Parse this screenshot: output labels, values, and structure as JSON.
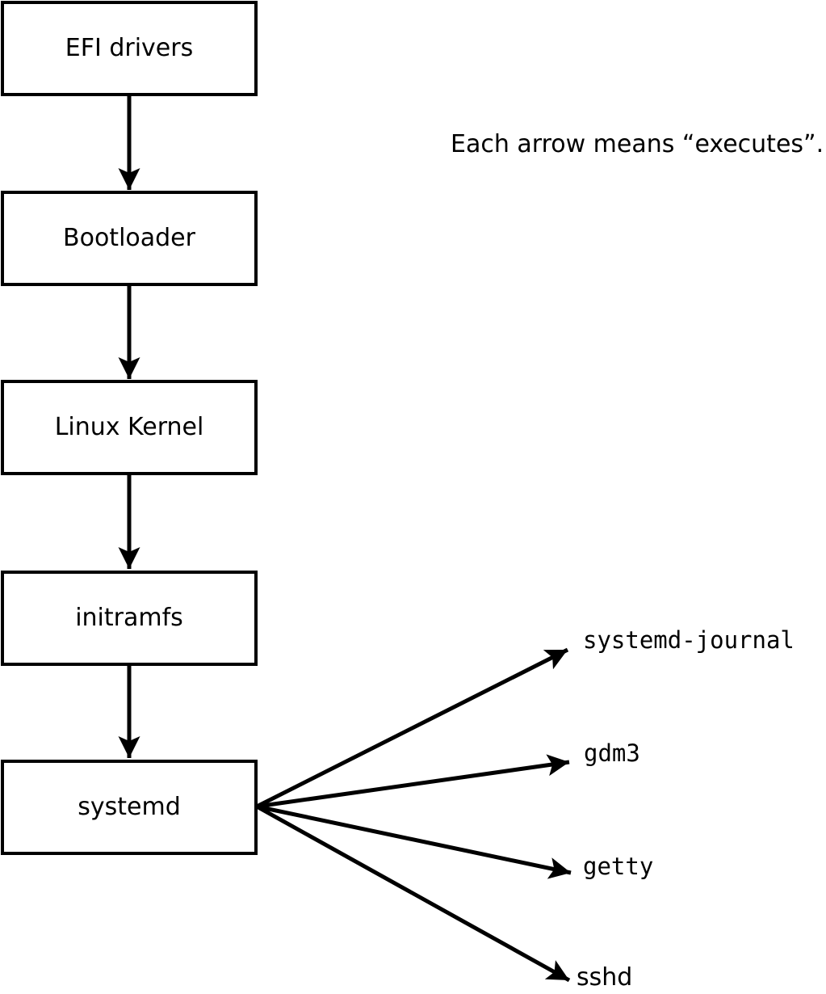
{
  "caption": "Each arrow means “executes”.",
  "chain": [
    {
      "label": "EFI drivers"
    },
    {
      "label": "Bootloader"
    },
    {
      "label": "Linux Kernel"
    },
    {
      "label": "initramfs"
    },
    {
      "label": "systemd"
    }
  ],
  "spawned": [
    {
      "label": "systemd-journal"
    },
    {
      "label": "gdm3"
    },
    {
      "label": "getty"
    },
    {
      "label": "sshd"
    }
  ],
  "edges": [
    {
      "from": "EFI drivers",
      "to": "Bootloader",
      "relation": "executes"
    },
    {
      "from": "Bootloader",
      "to": "Linux Kernel",
      "relation": "executes"
    },
    {
      "from": "Linux Kernel",
      "to": "initramfs",
      "relation": "executes"
    },
    {
      "from": "initramfs",
      "to": "systemd",
      "relation": "executes"
    },
    {
      "from": "systemd",
      "to": "systemd-journal",
      "relation": "executes"
    },
    {
      "from": "systemd",
      "to": "gdm3",
      "relation": "executes"
    },
    {
      "from": "systemd",
      "to": "getty",
      "relation": "executes"
    },
    {
      "from": "systemd",
      "to": "sshd",
      "relation": "executes"
    }
  ],
  "colors": {
    "line": "#000000",
    "box_fill": "#ffffff",
    "background": "#ffffff",
    "text": "#000000"
  }
}
